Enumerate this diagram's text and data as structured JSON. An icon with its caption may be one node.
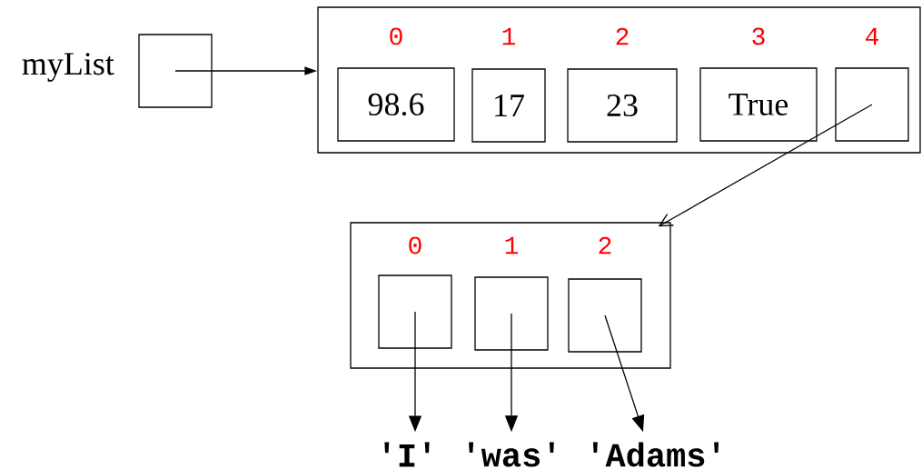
{
  "diagram": {
    "nodes": [
      {
        "text": [],
        "shape": "box",
        "beside": [
          "myList"
        ]
      },
      {
        "text": [],
        "shape": "box"
      },
      {
        "text": [
          "0",
          "98.6"
        ],
        "in": 1
      },
      {
        "text": [
          "1",
          "17"
        ],
        "in": 1
      },
      {
        "text": [
          "2",
          "23"
        ],
        "in": 1
      },
      {
        "text": [
          "3",
          "True"
        ],
        "in": 1
      },
      {
        "text": [
          "4"
        ],
        "in": 1
      },
      {
        "text": [],
        "shape": "box"
      },
      {
        "text": [
          "0"
        ],
        "in": 7
      },
      {
        "text": [
          "1"
        ],
        "in": 7
      },
      {
        "text": [
          "2"
        ],
        "in": 7
      },
      {
        "text": [
          "'I'"
        ]
      },
      {
        "text": [
          "'was'"
        ]
      },
      {
        "text": [
          "'Adams'"
        ]
      }
    ],
    "edges": [
      {
        "from": 0,
        "to": 1,
        "arrow": "to"
      },
      {
        "from": 6,
        "to": 7,
        "arrow": "to"
      },
      {
        "from": 8,
        "to": 11,
        "arrow": "to"
      },
      {
        "from": 9,
        "to": 12,
        "arrow": "to"
      },
      {
        "from": 10,
        "to": 13,
        "arrow": "to"
      }
    ]
  }
}
